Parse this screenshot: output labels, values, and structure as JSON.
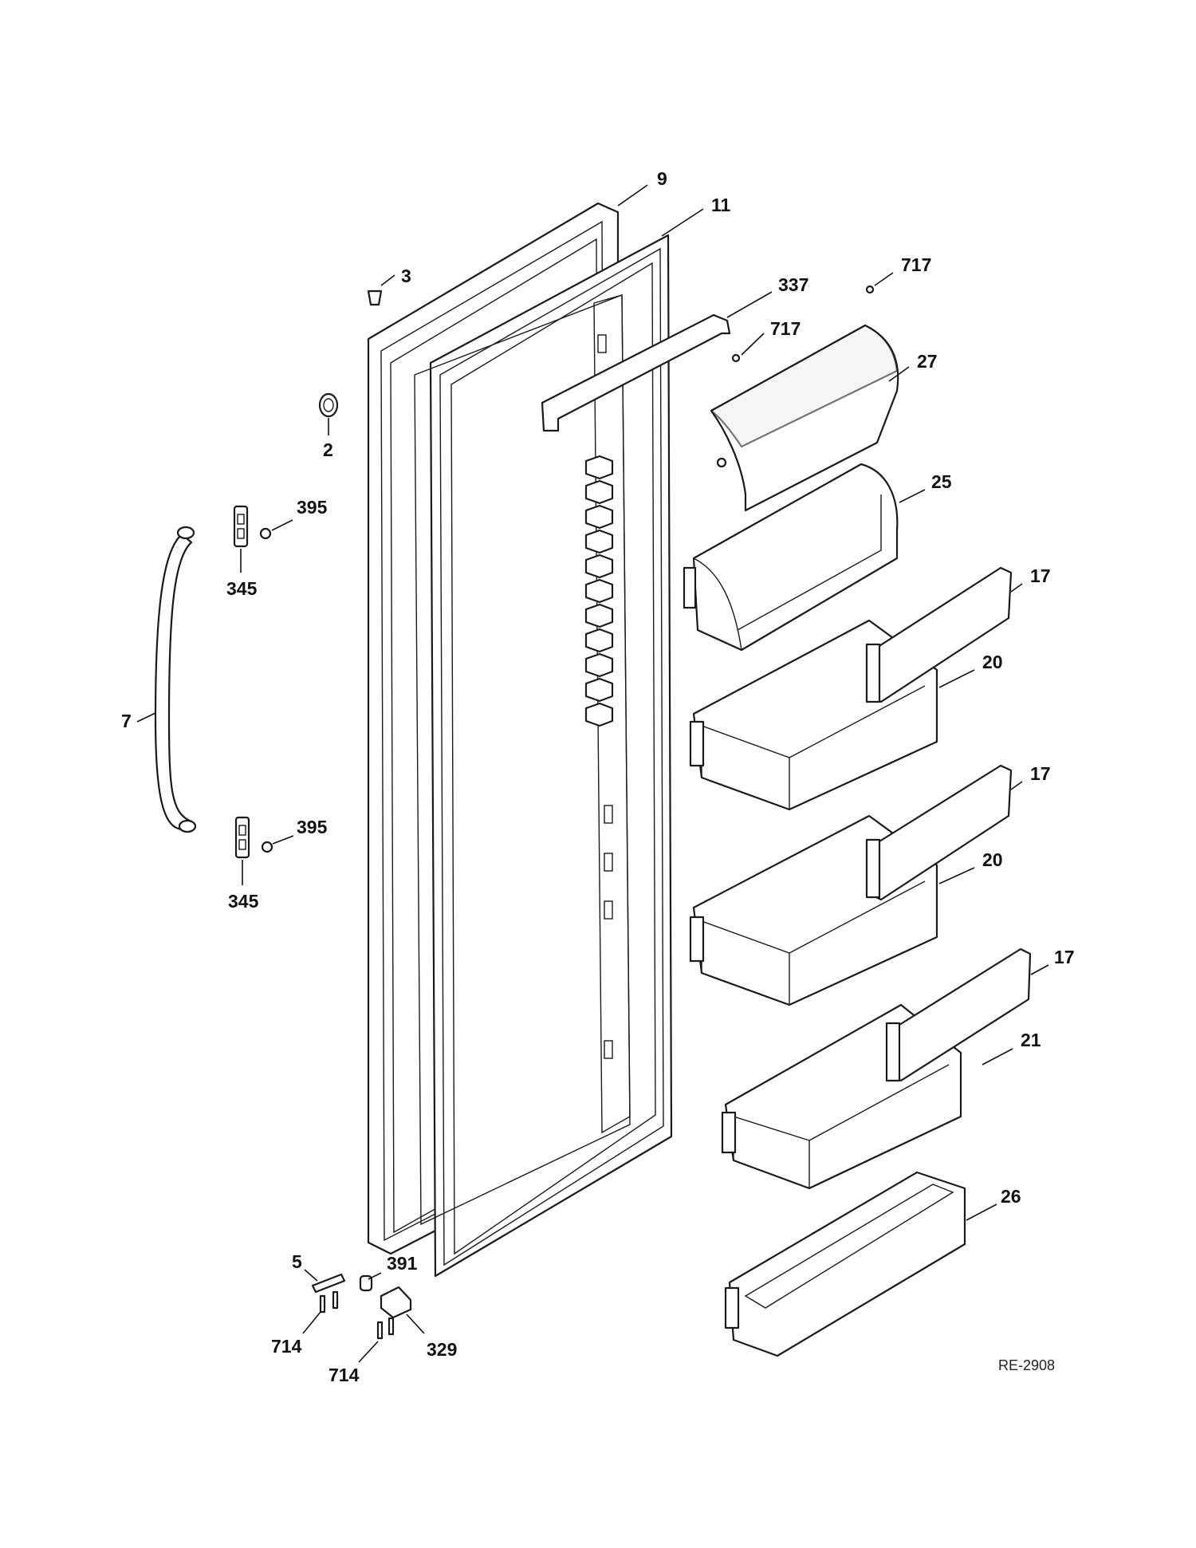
{
  "callouts": [
    {
      "id": "c9",
      "text": "9"
    },
    {
      "id": "c11",
      "text": "11"
    },
    {
      "id": "c3",
      "text": "3"
    },
    {
      "id": "c717a",
      "text": "717"
    },
    {
      "id": "c337",
      "text": "337"
    },
    {
      "id": "c717b",
      "text": "717"
    },
    {
      "id": "c27",
      "text": "27"
    },
    {
      "id": "c2",
      "text": "2"
    },
    {
      "id": "c395a",
      "text": "395"
    },
    {
      "id": "c345a",
      "text": "345"
    },
    {
      "id": "c25",
      "text": "25"
    },
    {
      "id": "c17a",
      "text": "17"
    },
    {
      "id": "c20a",
      "text": "20"
    },
    {
      "id": "c7",
      "text": "7"
    },
    {
      "id": "c17b",
      "text": "17"
    },
    {
      "id": "c395b",
      "text": "395"
    },
    {
      "id": "c345b",
      "text": "345"
    },
    {
      "id": "c20b",
      "text": "20"
    },
    {
      "id": "c17c",
      "text": "17"
    },
    {
      "id": "c21",
      "text": "21"
    },
    {
      "id": "c26",
      "text": "26"
    },
    {
      "id": "c5",
      "text": "5"
    },
    {
      "id": "c391",
      "text": "391"
    },
    {
      "id": "c714a",
      "text": "714"
    },
    {
      "id": "c329",
      "text": "329"
    },
    {
      "id": "c714b",
      "text": "714"
    }
  ],
  "reference_code": "RE-2908"
}
